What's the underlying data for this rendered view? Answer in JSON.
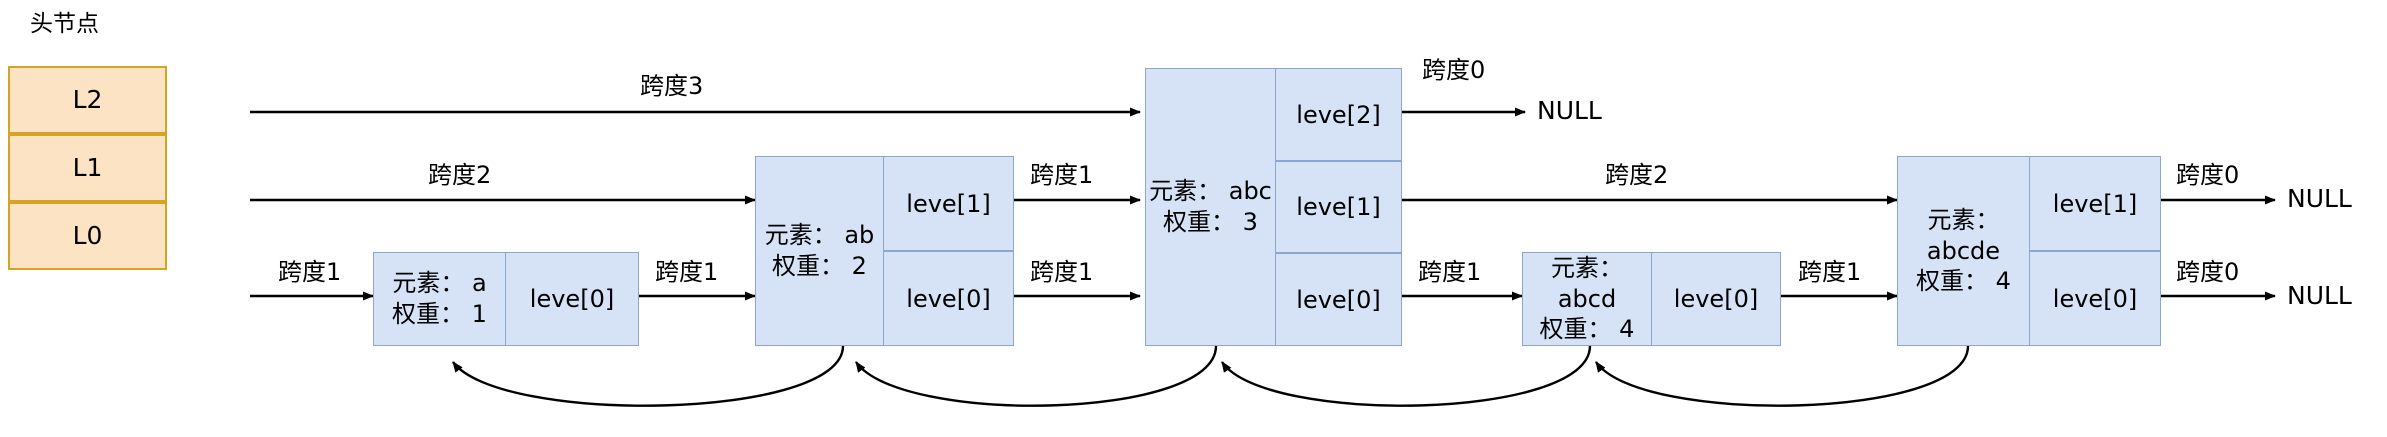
{
  "title": "头节点",
  "colors": {
    "head_fill": "#fce3c3",
    "head_stroke": "#d6a422",
    "node_fill": "#d6e3f7",
    "node_stroke": "#8ba7cd",
    "arrow": "#000000",
    "background": "#ffffff"
  },
  "head": {
    "levels": [
      {
        "label": "L2"
      },
      {
        "label": "L1"
      },
      {
        "label": "L0"
      }
    ]
  },
  "nodes": [
    {
      "id": "a",
      "element_label": "元素：a",
      "weight_label": "权重： 1",
      "info": "元素： a\n权重： 1",
      "levels": [
        "leve[0]"
      ]
    },
    {
      "id": "ab",
      "element_label": "元素：ab",
      "weight_label": "权重： 2",
      "info": "元素： ab\n权重： 2",
      "levels": [
        "leve[1]",
        "leve[0]"
      ]
    },
    {
      "id": "abc",
      "element_label": "元素：abc",
      "weight_label": "权重： 3",
      "info": "元素： abc\n权重： 3",
      "levels": [
        "leve[2]",
        "leve[1]",
        "leve[0]"
      ]
    },
    {
      "id": "abcd",
      "element_label": "元素：abcd",
      "weight_label": "权重： 4",
      "info": "元素： abcd\n权重： 4",
      "levels": [
        "leve[0]"
      ]
    },
    {
      "id": "abcde",
      "element_label": "元素：abcde",
      "weight_label": "权重： 4",
      "info": "元素：\nabcde\n权重： 4",
      "levels": [
        "leve[1]",
        "leve[0]"
      ]
    }
  ],
  "span_labels": {
    "head_l2": "跨度3",
    "head_l1": "跨度2",
    "head_l0": "跨度1",
    "a_l0": "跨度1",
    "ab_l1": "跨度1",
    "ab_l0": "跨度1",
    "abc_l2": "跨度0",
    "abc_l1": "跨度2",
    "abc_l0": "跨度1",
    "abcd_l0": "跨度1",
    "abcde_l1": "跨度0",
    "abcde_l0": "跨度0"
  },
  "terminals": {
    "abc_l2_null": "NULL",
    "abcde_l1_null": "NULL",
    "abcde_l0_null": "NULL"
  }
}
